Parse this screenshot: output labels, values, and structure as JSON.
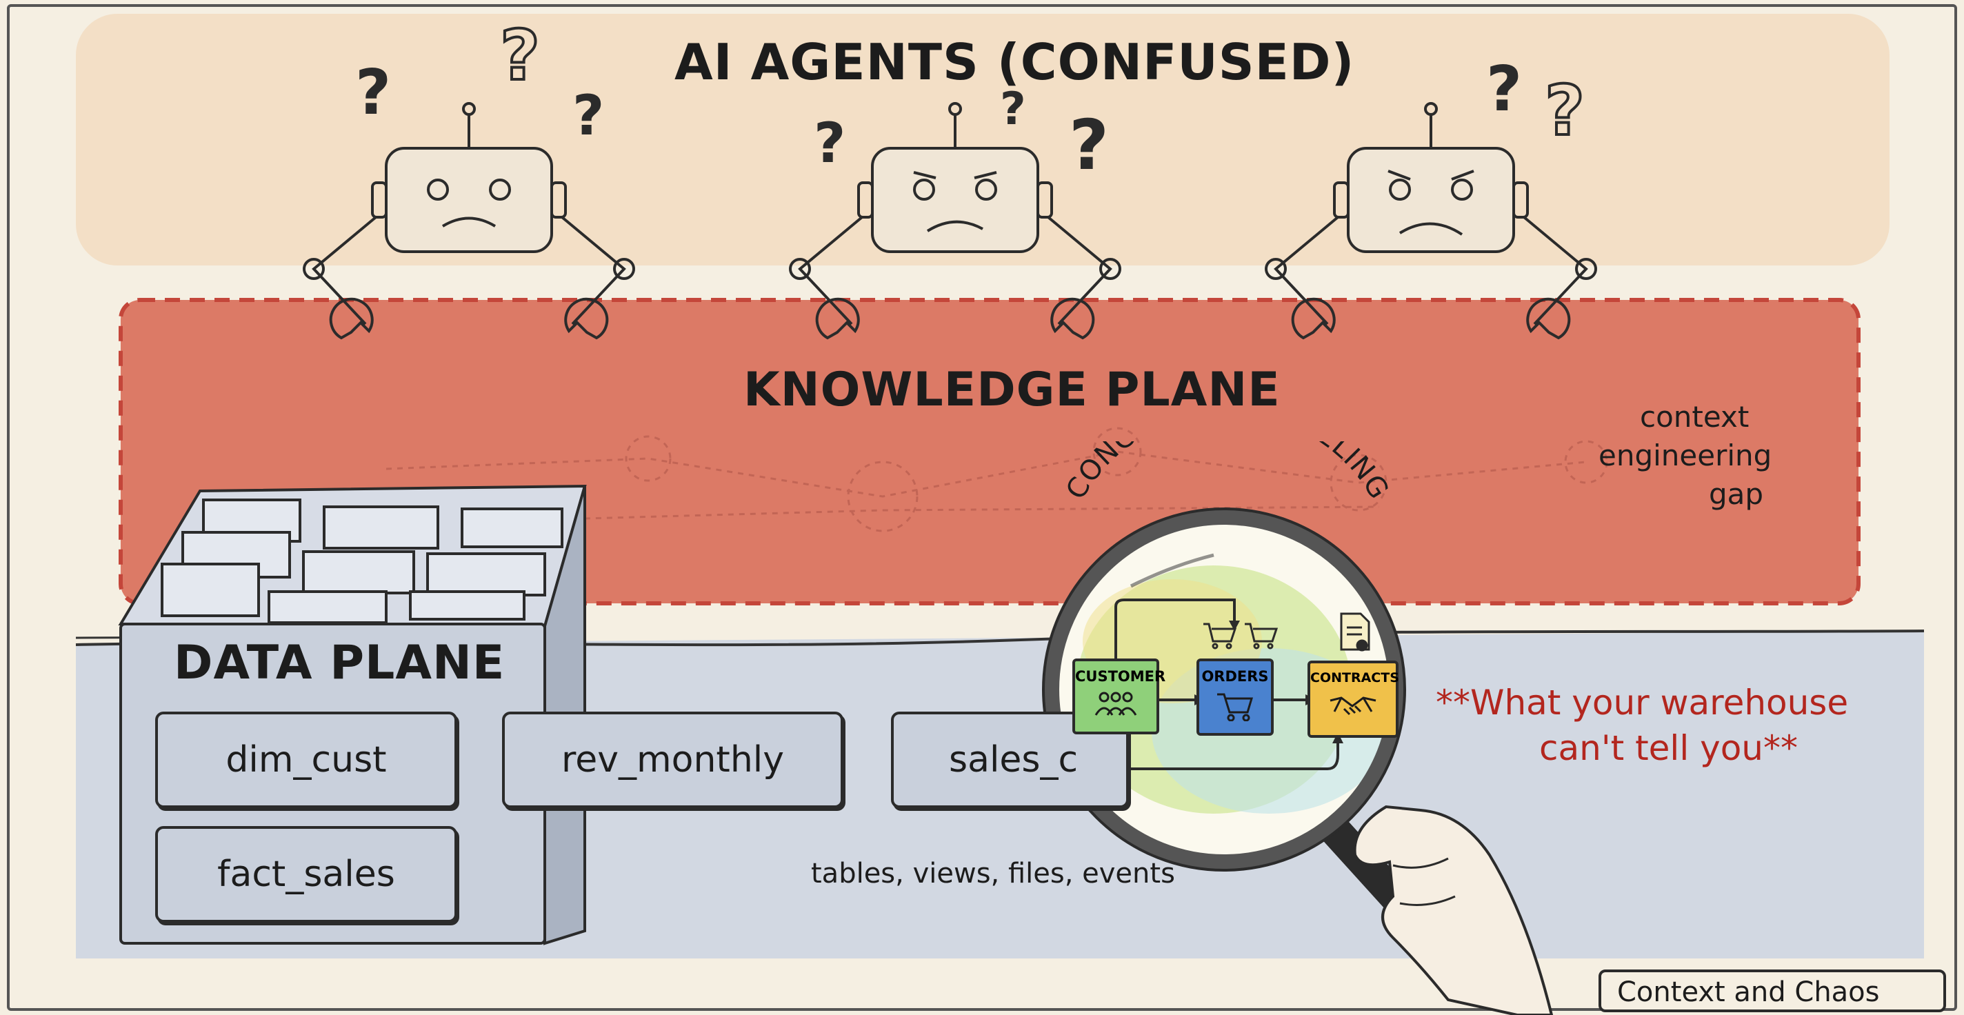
{
  "header": {
    "title": "AI AGENTS (CONFUSED)"
  },
  "knowledge_plane": {
    "title": "KNOWLEDGE PLANE",
    "note_lines": [
      "context",
      "engineering",
      "gap"
    ]
  },
  "data_plane": {
    "title": "DATA PLANE",
    "tables": [
      "dim_cust",
      "rev_monthly",
      "sales_c",
      "fact_sales"
    ],
    "footnote": "tables, views, files, events"
  },
  "magnifier": {
    "label": "CONCEPTUAL MODELING",
    "entities": [
      "CUSTOMER",
      "ORDERS",
      "CONTRACTS"
    ]
  },
  "callout": {
    "lines": [
      "**What your warehouse",
      "can't tell you**"
    ]
  },
  "corner_tag": {
    "label": "Context and Chaos"
  },
  "colors": {
    "agents_band": "#f3dfc6",
    "knowledge_plane": "#dc7a66",
    "knowledge_border": "#c4463a",
    "data_plane": "#d2d8e2",
    "callout_text": "#b3261e",
    "entity_customer": "#8fd07a",
    "entity_orders": "#4a82cf",
    "entity_contracts": "#f0c14a"
  },
  "icons": [
    "robot-icon",
    "question-mark-icon",
    "wrench-claw-icon",
    "magnifying-glass-icon",
    "people-icon",
    "shopping-cart-icon",
    "handshake-icon",
    "document-icon",
    "hand-icon"
  ]
}
